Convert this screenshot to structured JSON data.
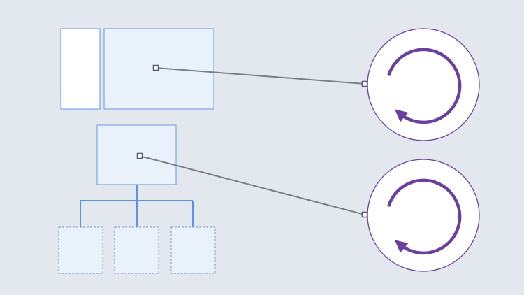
{
  "colors": {
    "background": "#e3e8ef",
    "box_fill": "#e9f1fb",
    "box_stroke": "#7aa7e6",
    "panel_fill": "#ffffff",
    "tree_line": "#5a94e0",
    "dashed_stroke": "#86a9d6",
    "connector": "#787d86",
    "circle_fill": "#ffffff",
    "circle_stroke": "#6b3fa0",
    "arrow": "#6b3fa0"
  },
  "icons": {
    "refresh": "circular-refresh-arrow-icon"
  },
  "diagram": {
    "top_group": {
      "blocks": [
        "sidebar-panel",
        "content-panel"
      ],
      "links_to": "refresh-circle-top"
    },
    "tree_group": {
      "parent": "parent-node",
      "children": [
        "child-node-1",
        "child-node-2",
        "child-node-3"
      ],
      "links_to": "refresh-circle-bottom"
    }
  }
}
